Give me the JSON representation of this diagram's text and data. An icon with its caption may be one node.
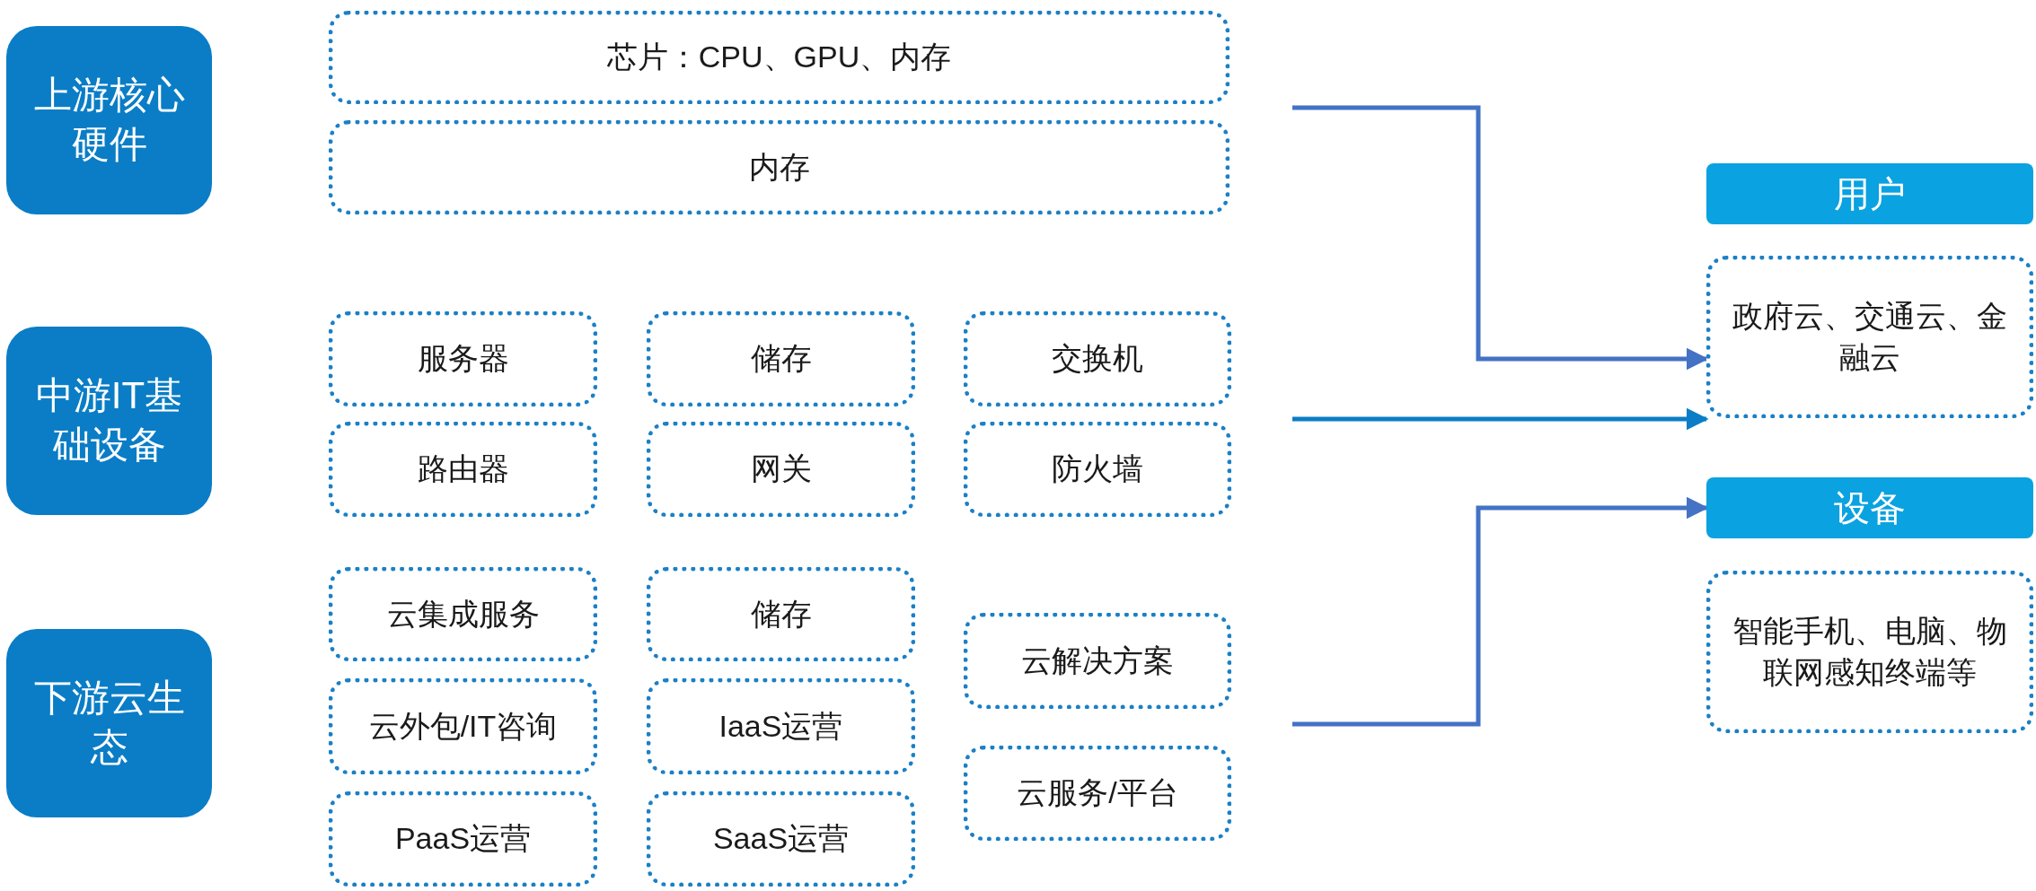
{
  "diagram": {
    "nodes": [
      {
        "text": [
          "上游核心硬件"
        ]
      },
      {
        "text": [
          "芯片：CPU、GPU、内存"
        ]
      },
      {
        "text": [
          "内存"
        ]
      },
      {
        "text": [
          "中游IT基础设备"
        ]
      },
      {
        "text": [
          "服务器"
        ]
      },
      {
        "text": [
          "储存"
        ]
      },
      {
        "text": [
          "交换机"
        ]
      },
      {
        "text": [
          "路由器"
        ]
      },
      {
        "text": [
          "网关"
        ]
      },
      {
        "text": [
          "防火墙"
        ]
      },
      {
        "text": [
          "下游云生态"
        ]
      },
      {
        "text": [
          "云集成服务"
        ]
      },
      {
        "text": [
          "储存"
        ]
      },
      {
        "text": [
          "云解决方案"
        ]
      },
      {
        "text": [
          "云外包/IT咨询"
        ]
      },
      {
        "text": [
          "IaaS运营"
        ]
      },
      {
        "text": [
          "PaaS运营"
        ]
      },
      {
        "text": [
          "SaaS运营"
        ]
      },
      {
        "text": [
          "云服务/平台"
        ]
      },
      {
        "text": [
          "用户"
        ]
      },
      {
        "text": [
          "政府云、交通云、金融云"
        ]
      },
      {
        "text": [
          "设备"
        ]
      },
      {
        "text": [
          "智能手机、电脑、物联网感知终端等"
        ]
      }
    ],
    "edges": [
      {
        "from": null,
        "to": 20,
        "arrow": "to"
      },
      {
        "from": null,
        "to": 20,
        "arrow": "to",
        "color": "#0b7dc6"
      },
      {
        "from": null,
        "to": 21,
        "arrow": "to"
      }
    ]
  }
}
